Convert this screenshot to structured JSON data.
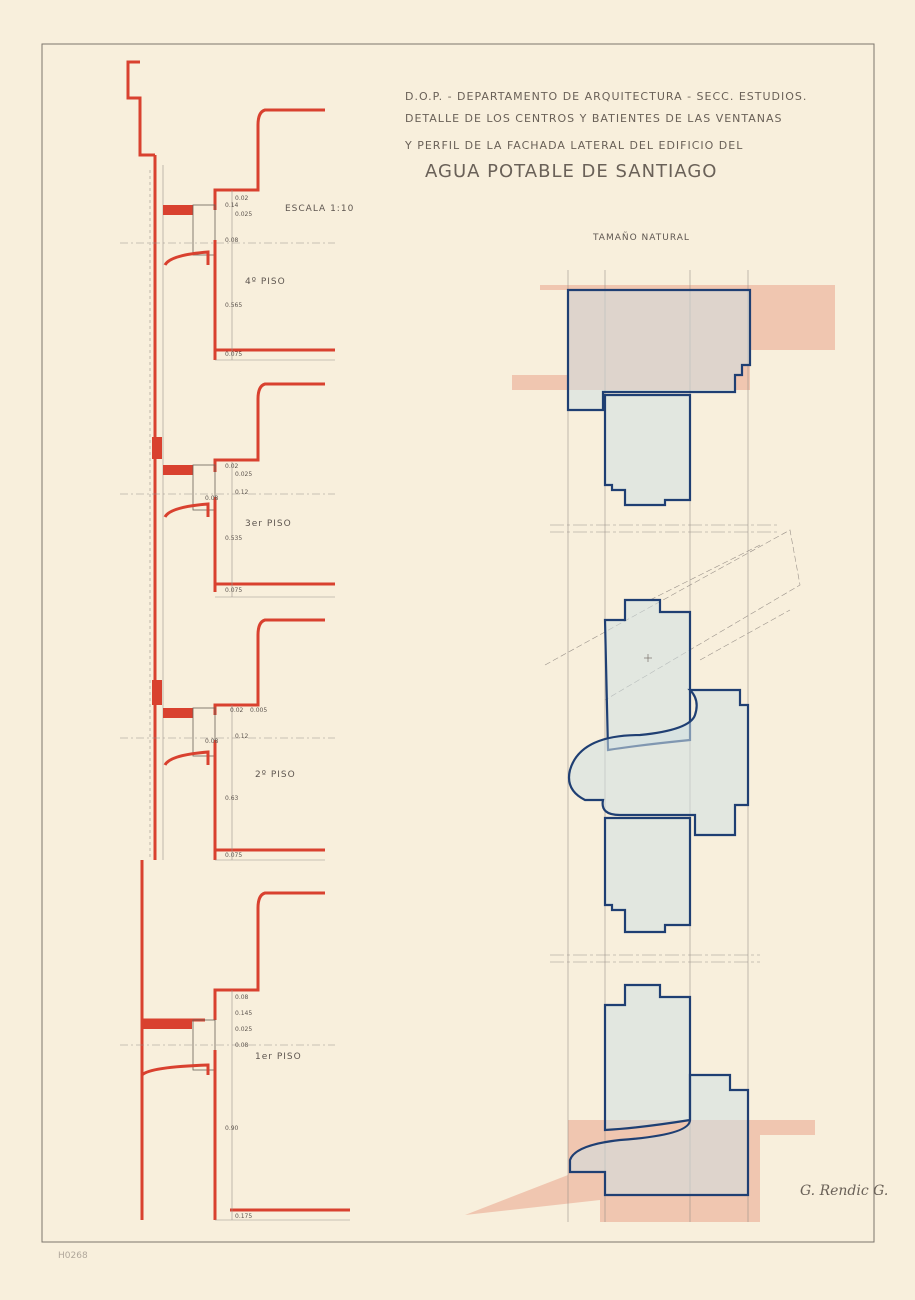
{
  "title": {
    "line1": "D.O.P. - DEPARTAMENTO DE ARQUITECTURA - SECC. ESTUDIOS.",
    "line2": "DETALLE DE LOS CENTROS Y BATIENTES DE LAS VENTANAS",
    "line3": "Y PERFIL DE LA FACHADA LATERAL DEL EDIFICIO DEL",
    "line4": "AGUA POTABLE DE SANTIAGO"
  },
  "scale_label": "ESCALA 1:10",
  "natural_size_label": "TAMAÑO NATURAL",
  "floors": [
    {
      "label": "4º PISO",
      "dims": [
        "0.02",
        "0.14",
        "0.025",
        "0.08",
        "0.565",
        "0.075"
      ]
    },
    {
      "label": "3er PISO",
      "dims": [
        "0.02",
        "0.025",
        "0.12",
        "0.08",
        "0.535",
        "0.075"
      ]
    },
    {
      "label": "2º PISO",
      "dims": [
        "0.02",
        "0.005",
        "0.12",
        "0.08",
        "0.63",
        "0.075"
      ]
    },
    {
      "label": "1er PISO",
      "dims": [
        "0.08",
        "0.145",
        "0.025",
        "0.08",
        "0.90",
        "0.175"
      ]
    }
  ],
  "signature": "G. Rendic G.",
  "archive_number": "H0268",
  "colors": {
    "paper": "#f8efdc",
    "red_pencil": "#d9412f",
    "blue_pencil": "#1f3f73",
    "graphite": "#6a6158"
  }
}
